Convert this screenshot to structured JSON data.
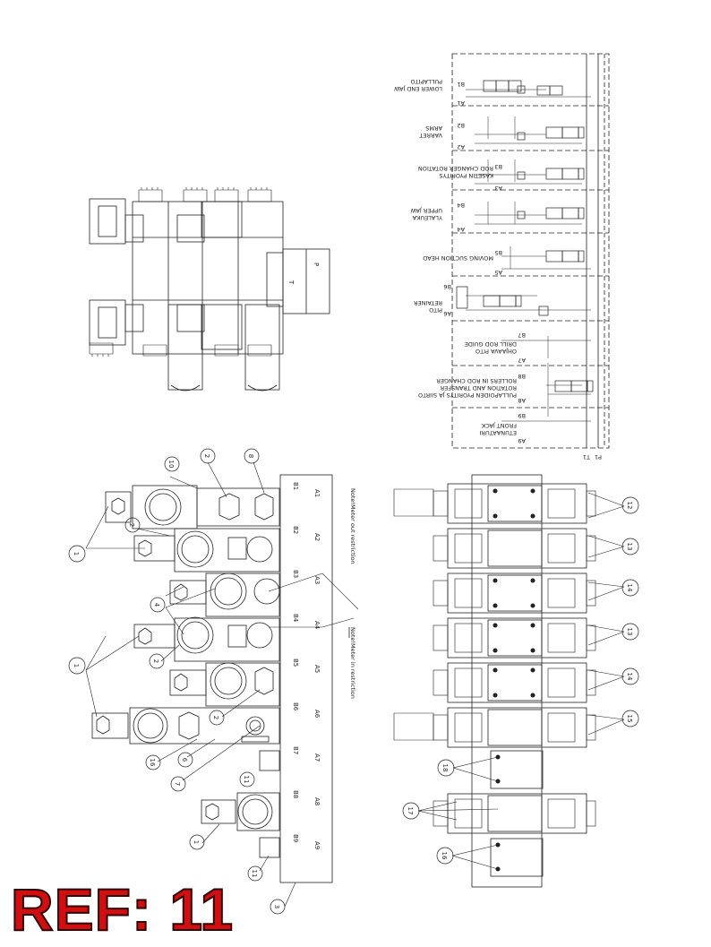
{
  "ref_label": "REF: 11",
  "schematic": {
    "sections": [
      {
        "ports": [
          "B1",
          "A1"
        ],
        "description": [
          "PULLAPITO",
          "LOWER END JAW"
        ]
      },
      {
        "ports": [
          "B2",
          "A2"
        ],
        "description": [
          "ARMS",
          "VARRET"
        ]
      },
      {
        "ports": [
          "B3",
          "A3"
        ],
        "description": [
          "ROD CHANGER ROTATION",
          "KASETIN PYORITYS"
        ]
      },
      {
        "ports": [
          "B4",
          "A4"
        ],
        "description": [
          "UPPER JAW",
          "YLALEUKA"
        ]
      },
      {
        "ports": [
          "B5",
          "A5"
        ],
        "description": [
          "MOVING SUCTION HEAD"
        ]
      },
      {
        "ports": [
          "B6",
          "A6"
        ],
        "description": [
          "RETAINER",
          "PITO"
        ]
      },
      {
        "ports": [
          "B7",
          "A7"
        ],
        "description": [
          "DRILL ROD GUIDE",
          "OHJAAVA PITO"
        ]
      },
      {
        "ports": [
          "B8",
          "A8"
        ],
        "description": [
          "ROLLERS IN ROD CHANGER",
          "ROTATION AND TRANSFER",
          "PULLAPOIDEN PYORITYS JA SIIRTO"
        ]
      },
      {
        "ports": [
          "B9",
          "A9"
        ],
        "description": [
          "FRONT JACK",
          "ETUNAATURI"
        ]
      }
    ],
    "supply_labels": [
      "T1",
      "P1"
    ]
  },
  "top_view": {
    "port_labels": [
      "T",
      "P"
    ]
  },
  "assembly_left": {
    "port_rows": [
      {
        "b": "B1",
        "a": "A1"
      },
      {
        "b": "B2",
        "a": "A2"
      },
      {
        "b": "B3",
        "a": "A3"
      },
      {
        "b": "B4",
        "a": "A4"
      },
      {
        "b": "B5",
        "a": "A5"
      },
      {
        "b": "B6",
        "a": "A6"
      },
      {
        "b": "B7",
        "a": "A7"
      },
      {
        "b": "B8",
        "a": "A8"
      },
      {
        "b": "B9",
        "a": "A9"
      }
    ],
    "notes": [
      "Note!Meter out restriction",
      "Note!Meter in restriction"
    ],
    "callouts": [
      "10",
      "2",
      "8",
      "1",
      "2",
      "4",
      "1",
      "2",
      "2",
      "16",
      "6",
      "7",
      "11",
      "1",
      "11",
      "3"
    ]
  },
  "assembly_right": {
    "callouts": [
      "12",
      "13",
      "14",
      "13",
      "14",
      "15",
      "18",
      "17",
      "16"
    ]
  }
}
